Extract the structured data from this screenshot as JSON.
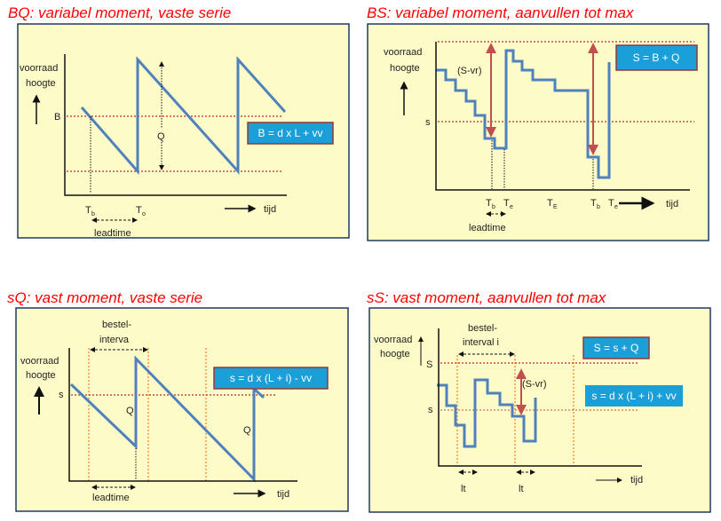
{
  "colors": {
    "title": "#ff0000",
    "curve": "#4f81bd",
    "panel_bg": "#fdfcc8",
    "formula_box": "#1a9fd8",
    "level_line": "#c0504d",
    "interval_line": "#f79646"
  },
  "panels": [
    {
      "title": "BQ: variabel moment, vaste serie",
      "ylabel": [
        "voorraad",
        "hoogte"
      ],
      "level_label": "B",
      "qty_label": "Q",
      "formula": "B = d x L + vv",
      "ticks": [
        {
          "main": "T",
          "sub": "b"
        },
        {
          "main": "T",
          "sub": "o"
        }
      ],
      "span_label": "leadtime",
      "xlabel": "tijd"
    },
    {
      "title": "BS: variabel moment,  aanvullen tot max",
      "ylabel": [
        "voorraad",
        "hoogte"
      ],
      "level_label": "s",
      "diff_label": "(S-vr)",
      "formula": "S = B + Q",
      "ticks": [
        {
          "main": "T",
          "sub": "b"
        },
        {
          "main": "T",
          "sub": "e"
        },
        {
          "main": "T",
          "sub": "E"
        },
        {
          "main": "T",
          "sub": "b"
        },
        {
          "main": "T",
          "sub": "e"
        }
      ],
      "span_label": "leadtime",
      "xlabel": "tijd"
    },
    {
      "title": "sQ:  vast moment, vaste serie",
      "ylabel": [
        "voorraad",
        "hoogte"
      ],
      "level_label": "s",
      "qty_label": "Q",
      "interval_label": [
        "bestel-",
        "interva"
      ],
      "formula": "s = d x (L + i) - vv",
      "span_label": "leadtime",
      "xlabel": "tijd"
    },
    {
      "title": "sS: vast moment, aanvullen tot max",
      "ylabel": [
        "voorraad",
        "hoogte"
      ],
      "max_label": "S",
      "level_label": "s",
      "diff_label": "(S-vr)",
      "interval_label": [
        "bestel-",
        "interval i"
      ],
      "formula_max": "S = s + Q",
      "formula": "s = d x (L + i) + vv",
      "lt_label": "lt",
      "xlabel": "tijd"
    }
  ]
}
